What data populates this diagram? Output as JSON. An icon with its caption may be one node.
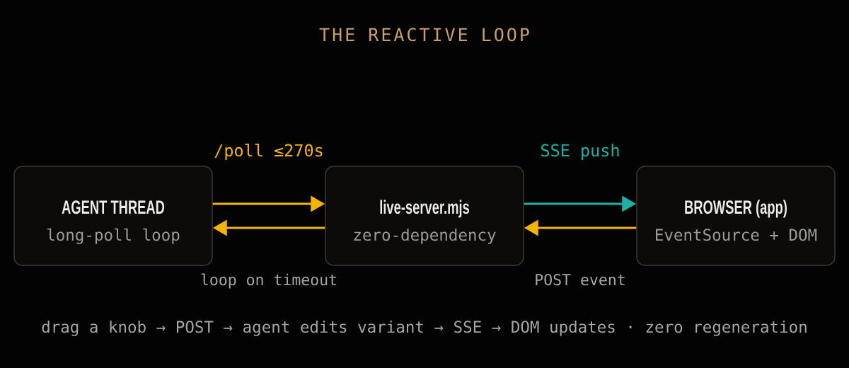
{
  "diagram": {
    "title": "THE REACTIVE LOOP",
    "nodes": [
      {
        "text": [
          "AGENT THREAD",
          "long-poll loop"
        ]
      },
      {
        "text": [
          "live-server.mjs",
          "zero-dependency"
        ]
      },
      {
        "text": [
          "BROWSER (app)",
          "EventSource + DOM"
        ]
      }
    ],
    "edges": [
      {
        "from": 0,
        "to": 1,
        "arrow": "to",
        "label": "/poll ≤270s"
      },
      {
        "from": 1,
        "to": 0,
        "arrow": "to",
        "label": "loop on timeout"
      },
      {
        "from": 1,
        "to": 2,
        "arrow": "to",
        "label": "SSE push",
        "color": "#1ab3a6"
      },
      {
        "from": 2,
        "to": 1,
        "arrow": "to",
        "label": "POST event"
      }
    ],
    "labels": [
      "drag a knob → POST → agent edits variant → SSE → DOM updates · zero regeneration"
    ]
  }
}
